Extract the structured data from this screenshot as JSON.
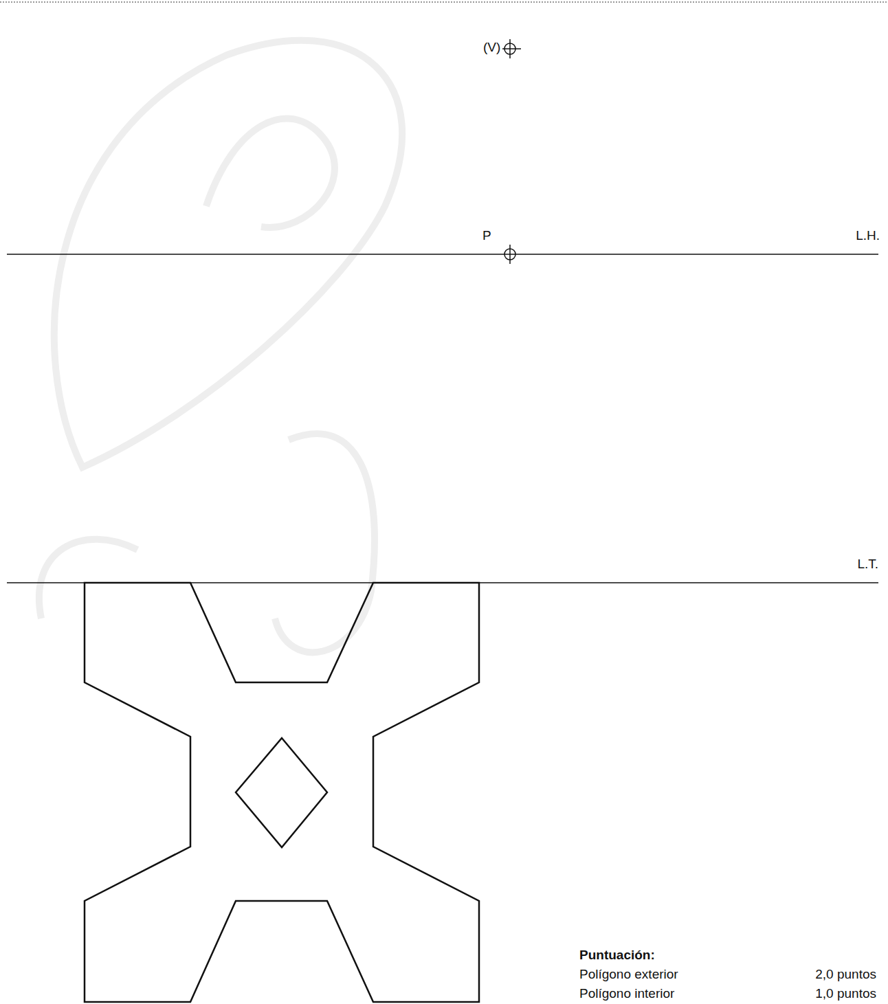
{
  "diagram": {
    "labels": [
      "(V)",
      "P",
      "L.H.",
      "L.T.",
      "Puntuación:",
      "Polígono exterior",
      "2,0 puntos",
      "Polígono interior",
      "1,0 puntos"
    ]
  }
}
